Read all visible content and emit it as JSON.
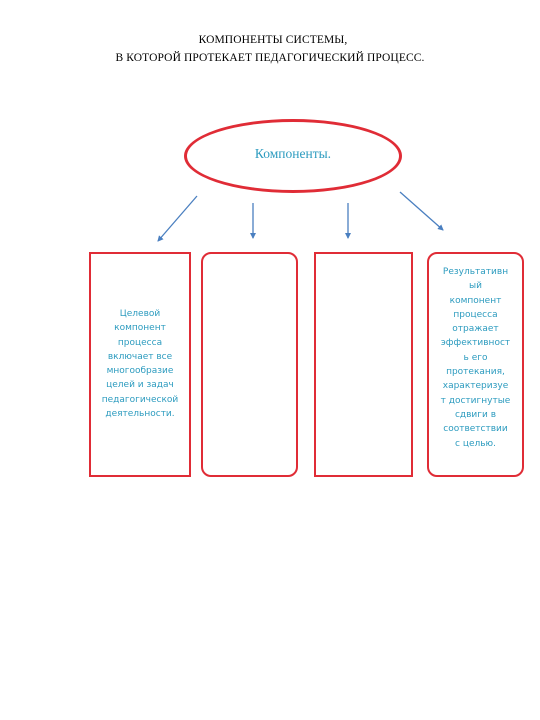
{
  "title": {
    "line1": "КОМПОНЕНТЫ СИСТЕМЫ,",
    "line2": "В КОТОРОЙ ПРОТЕКАЕТ ПЕДАГОГИЧЕСКИЙ ПРОЦЕСС."
  },
  "hub": {
    "label": "Компоненты."
  },
  "boxes": [
    {
      "text": "Целевой\nкомпонент\nпроцесса\nвключает все\nмногообразие\nцелей и задач\nпедагогической\nдеятельности."
    },
    {
      "text": ""
    },
    {
      "text": ""
    },
    {
      "text": "Результативн\nый\nкомпонент\nпроцесса\nотражает\nэффективност\nь его\nпротекания,\nхарактеризуе\nт достигнутые\nсдвиги в\nсоответствии\nс  целью."
    }
  ],
  "colors": {
    "border": "#e02c36",
    "text_accent": "#2c9bbf",
    "arrow": "#4a7fc0"
  }
}
